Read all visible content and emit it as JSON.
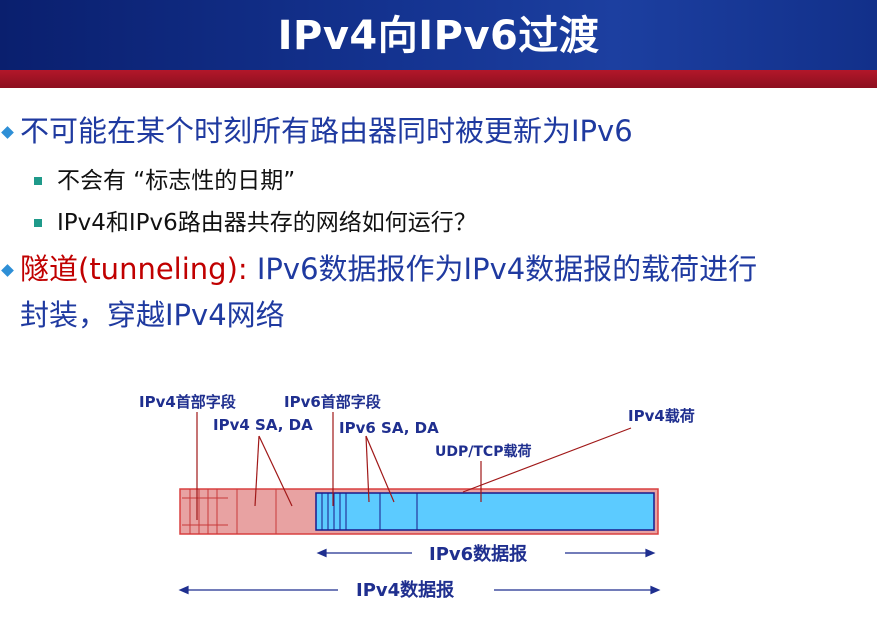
{
  "title": "IPv4向IPv6过渡",
  "bullets": {
    "b1": "不可能在某个时刻所有路由器同时被更新为IPv6",
    "b1_sub1": "不会有 “标志性的日期”",
    "b1_sub2": "IPv4和IPv6路由器共存的网络如何运行？",
    "b2_red": "隧道(tunneling):",
    "b2_line1": " IPv6数据报作为IPv4数据报的载荷进行",
    "b2_line2": "封装，穿越IPv4网络"
  },
  "diagram": {
    "label_ipv4_header": "IPv4首部字段",
    "label_ipv4_sada": "IPv4 SA, DA",
    "label_ipv6_header": "IPv6首部字段",
    "label_ipv6_sada": "IPv6 SA, DA",
    "label_udp_tcp": "UDP/TCP载荷",
    "label_ipv4_payload": "IPv4载荷",
    "label_ipv6_datagram": "IPv6数据报",
    "label_ipv4_datagram": "IPv4数据报",
    "colors": {
      "ipv4_fill": "#e8a2a2",
      "ipv4_border": "#d94040",
      "ipv6_fill": "#5ccbff",
      "ipv6_border": "#1a1a8a",
      "label_color": "#1f2f8f"
    }
  }
}
